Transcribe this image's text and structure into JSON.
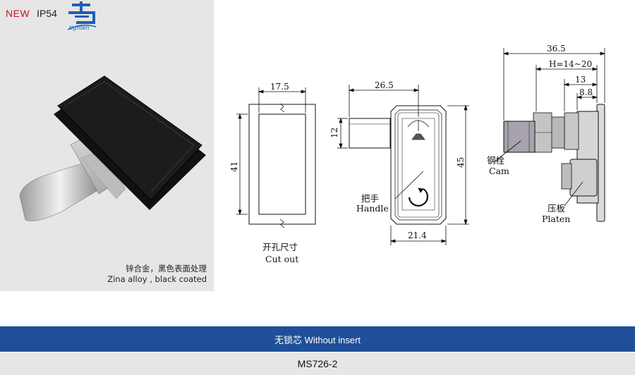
{
  "badge": {
    "new_label": "NEW",
    "rating": "IP54"
  },
  "logo": {
    "text": "tighten"
  },
  "material": {
    "cn": "锌合金，黑色表面处理",
    "en": "Zina alloy , black coated"
  },
  "cutout": {
    "width_dim": "17.5",
    "height_dim": "41",
    "label_cn": "开孔尺寸",
    "label_en": "Cut out"
  },
  "front": {
    "top_dim": "26.5",
    "shaft_dim": "12",
    "height_dim": "45",
    "bottom_dim": "21.4",
    "handle_cn": "把手",
    "handle_en": "Handle"
  },
  "side": {
    "dim1": "36.5",
    "dim2": "H=14~20",
    "dim3": "13",
    "dim4": "8.8",
    "cam_cn": "钢栓",
    "cam_en": "Cam",
    "platen_cn": "压板",
    "platen_en": "Platen"
  },
  "footer": {
    "insert_label": "无锁芯  Without insert",
    "model": "MS726-2"
  }
}
